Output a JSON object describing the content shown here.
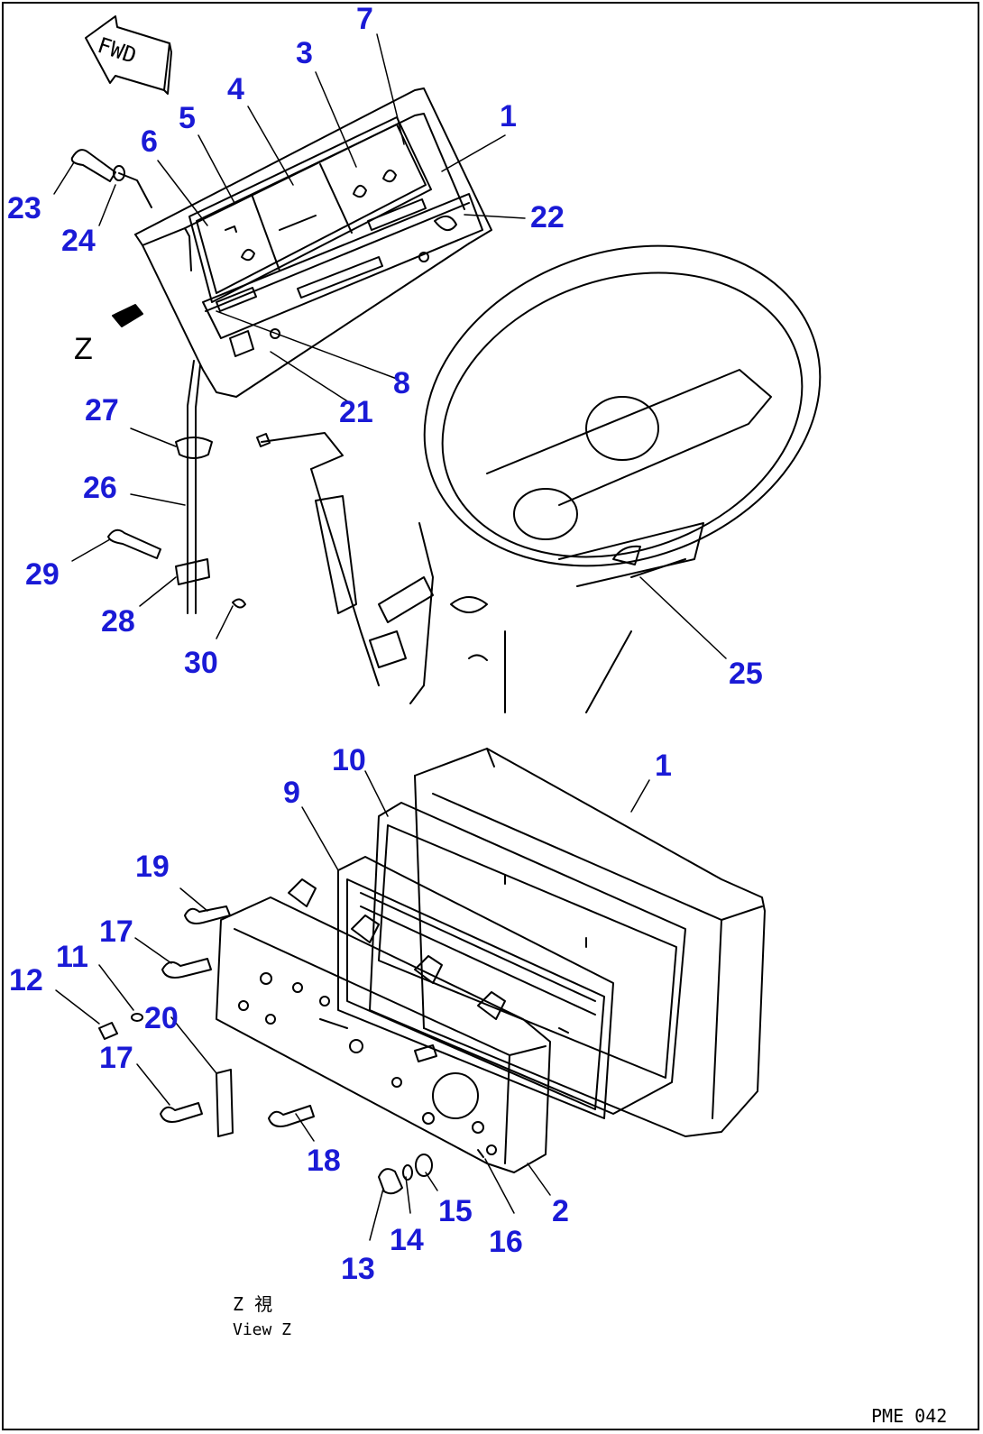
{
  "diagram": {
    "fwd_label": "FWD",
    "z_marker": "Z",
    "view_caption_jp": "Z  視",
    "view_caption_en": "View Z",
    "drawing_code": "PME 042",
    "callouts": [
      {
        "id": "c1a",
        "text": "1"
      },
      {
        "id": "c3",
        "text": "3"
      },
      {
        "id": "c4",
        "text": "4"
      },
      {
        "id": "c5",
        "text": "5"
      },
      {
        "id": "c6",
        "text": "6"
      },
      {
        "id": "c7",
        "text": "7"
      },
      {
        "id": "c8",
        "text": "8"
      },
      {
        "id": "c21",
        "text": "21"
      },
      {
        "id": "c22",
        "text": "22"
      },
      {
        "id": "c23",
        "text": "23"
      },
      {
        "id": "c24",
        "text": "24"
      },
      {
        "id": "c25",
        "text": "25"
      },
      {
        "id": "c26",
        "text": "26"
      },
      {
        "id": "c27",
        "text": "27"
      },
      {
        "id": "c28",
        "text": "28"
      },
      {
        "id": "c29",
        "text": "29"
      },
      {
        "id": "c30",
        "text": "30"
      },
      {
        "id": "c1b",
        "text": "1"
      },
      {
        "id": "c2",
        "text": "2"
      },
      {
        "id": "c9",
        "text": "9"
      },
      {
        "id": "c10",
        "text": "10"
      },
      {
        "id": "c11",
        "text": "11"
      },
      {
        "id": "c12",
        "text": "12"
      },
      {
        "id": "c13",
        "text": "13"
      },
      {
        "id": "c14",
        "text": "14"
      },
      {
        "id": "c15",
        "text": "15"
      },
      {
        "id": "c16",
        "text": "16"
      },
      {
        "id": "c17a",
        "text": "17"
      },
      {
        "id": "c17b",
        "text": "17"
      },
      {
        "id": "c18",
        "text": "18"
      },
      {
        "id": "c19",
        "text": "19"
      },
      {
        "id": "c20",
        "text": "20"
      }
    ]
  }
}
